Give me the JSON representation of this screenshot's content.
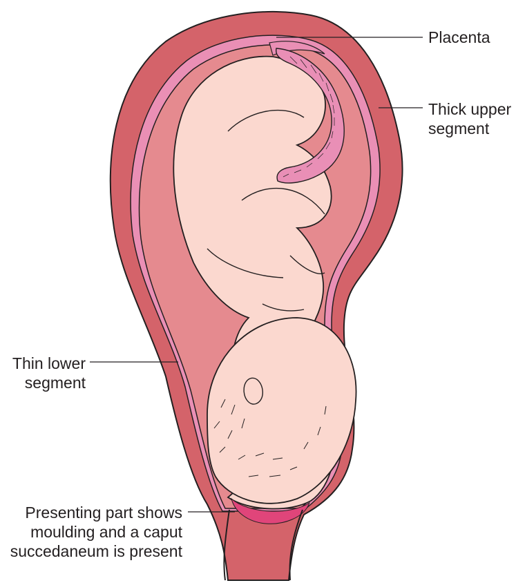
{
  "labels": {
    "placenta": "Placenta",
    "upper_segment": [
      "Thick upper",
      "segment"
    ],
    "lower_segment": [
      "Thin lower",
      "segment"
    ],
    "presenting_part": [
      "Presenting part shows",
      "moulding and a caput",
      "succedaneum is present"
    ]
  },
  "colors": {
    "uterine_wall": "#d4636a",
    "membrane_pink": "#ea8fb5",
    "amniotic_cavity": "#e58a8f",
    "skin": "#fbd8cf",
    "umbilical_cord": "#e98fb6",
    "caput": "#e0457a",
    "outline": "#231f20"
  }
}
